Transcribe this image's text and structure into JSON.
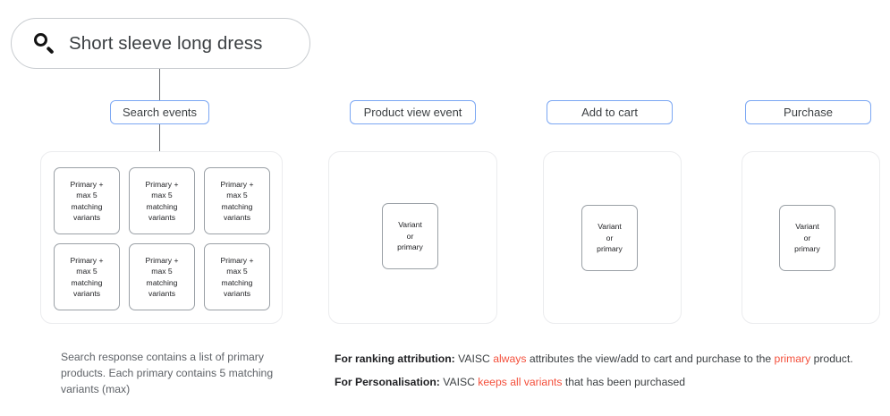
{
  "search": {
    "icon": "search-icon",
    "query": "Short sleeve long dress"
  },
  "colors": {
    "chip_border_blue": "#7ba7f3",
    "card_border_gray": "#9aa0a6",
    "container_border": "#ebecee",
    "highlight_red": "#f4503c",
    "text_primary": "#3c4043",
    "text_muted": "#5f6368",
    "connector_line": "#6b6f73"
  },
  "stages": [
    {
      "chip_label": "Search events",
      "kind": "grid",
      "cards": [
        "Primary + max 5 matching variants",
        "Primary + max 5 matching variants",
        "Primary + max 5 matching variants",
        "Primary + max 5 matching variants",
        "Primary + max 5 matching variants",
        "Primary + max 5 matching variants"
      ],
      "card_lines": [
        "Primary +",
        "max 5",
        "matching",
        "variants"
      ]
    },
    {
      "chip_label": "Product view event",
      "kind": "single",
      "card_lines": [
        "Variant",
        "or",
        "primary"
      ]
    },
    {
      "chip_label": "Add to cart",
      "kind": "single",
      "card_lines": [
        "Variant",
        "or",
        "primary"
      ]
    },
    {
      "chip_label": "Purchase",
      "kind": "single",
      "card_lines": [
        "Variant",
        "or",
        "primary"
      ]
    }
  ],
  "captions": {
    "search_note": "Search response contains a list of primary products. Each primary contains 5 matching variants (max)",
    "ranking": {
      "lead": "For ranking attribution:",
      "part1": " VAISC ",
      "hl1": "always",
      "part2": " attributes the view/add to cart and purchase to the ",
      "hl2": "primary",
      "part3": " product."
    },
    "personalisation": {
      "lead": "For Personalisation:",
      "part1": " VAISC ",
      "hl1": "keeps all variants",
      "part2": " that has been purchased"
    }
  }
}
